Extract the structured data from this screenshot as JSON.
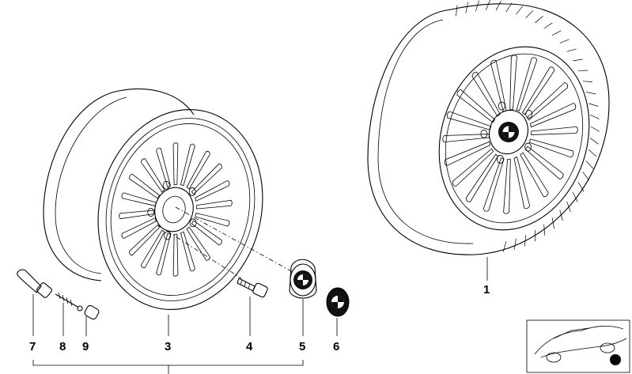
{
  "callouts": {
    "c1": "1",
    "c3": "3",
    "c4": "4",
    "c5": "5",
    "c6": "6",
    "c7": "7",
    "c8": "8",
    "c9": "9"
  },
  "icons": {
    "emblem": "roundel-emblem-icon",
    "car": "car-silhouette-icon"
  },
  "colors": {
    "line": "#000000",
    "background": "#ffffff",
    "emblem_dark": "#111111"
  }
}
